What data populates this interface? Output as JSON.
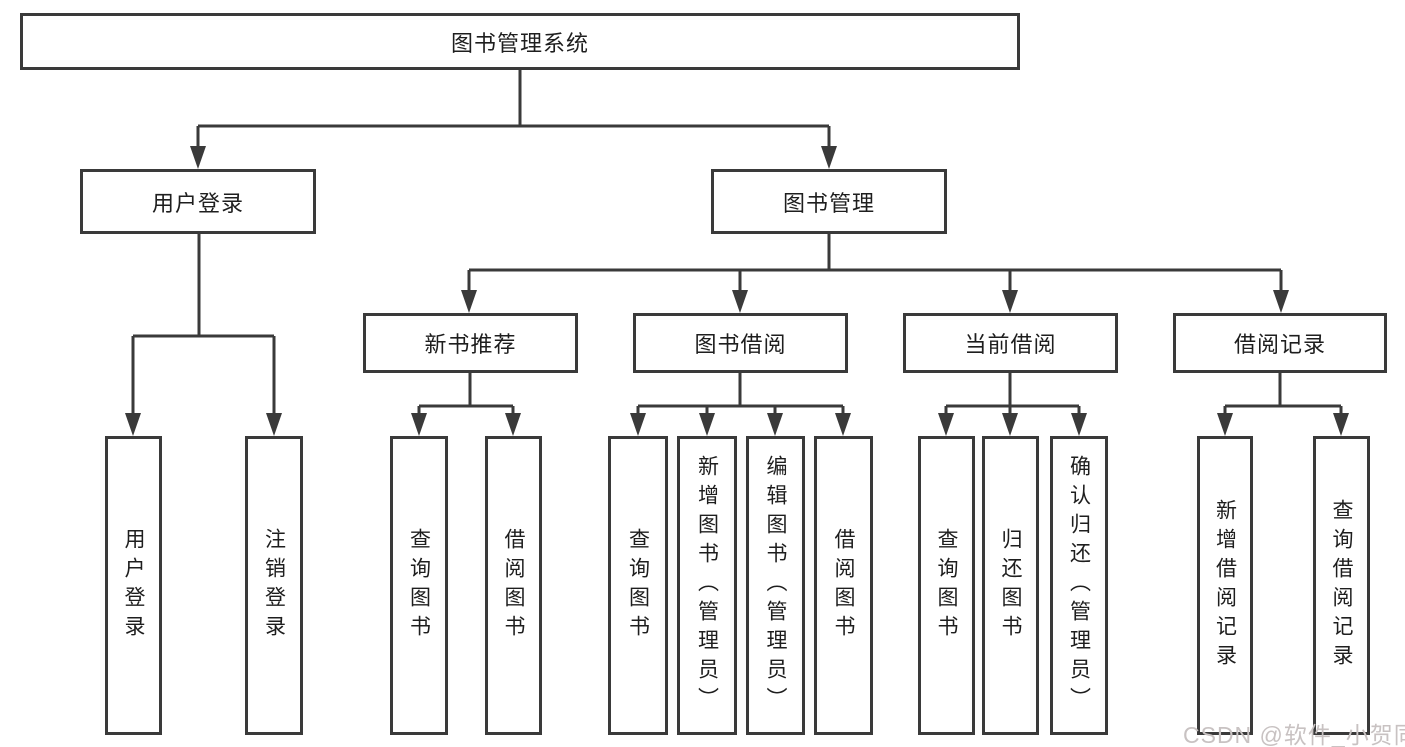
{
  "diagram": {
    "root": "图书管理系统",
    "branches": [
      {
        "label": "用户登录",
        "children": [
          "用户登录",
          "注销登录"
        ]
      },
      {
        "label": "图书管理",
        "children": [
          {
            "label": "新书推荐",
            "children": [
              "查询图书",
              "借阅图书"
            ]
          },
          {
            "label": "图书借阅",
            "children": [
              "查询图书",
              "新增图书（管理员）",
              "编辑图书（管理员）",
              "借阅图书"
            ]
          },
          {
            "label": "当前借阅",
            "children": [
              "查询图书",
              "归还图书",
              "确认归还（管理员）"
            ]
          },
          {
            "label": "借阅记录",
            "children": [
              "新增借阅记录",
              "查询借阅记录"
            ]
          }
        ]
      }
    ]
  },
  "watermark": {
    "text": "CSDN @软件_小贺同学"
  },
  "theme": {
    "background": "#ffffff",
    "line_color": "#3a3a3a",
    "text_color": "#1e1e1e",
    "watermark_color": "#c8c2c2"
  }
}
